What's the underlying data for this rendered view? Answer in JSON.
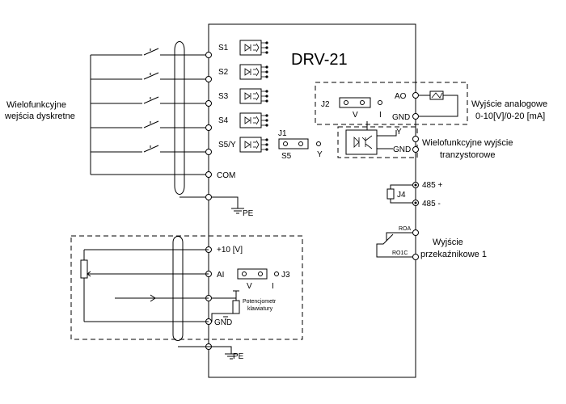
{
  "device_title": "DRV-21",
  "left_group_label_line1": "Wielofunkcyjne",
  "left_group_label_line2": "wejścia dyskretne",
  "digital_inputs": [
    "S1",
    "S2",
    "S3",
    "S4",
    "S5/Y"
  ],
  "com_label": "COM",
  "pe_label": "PE",
  "jumper_j1": {
    "name": "J1",
    "left_label": "S5",
    "right_label": "Y"
  },
  "jumper_j2": {
    "name": "J2",
    "left_label": "V",
    "right_label": "I"
  },
  "jumper_j3": {
    "name": "J3",
    "left_label": "V",
    "right_label": "I"
  },
  "analog_out": {
    "ao_label": "AO",
    "gnd_label": "GND",
    "desc_line1": "Wyjście analogowe",
    "desc_line2": "0-10[V]/0-20 [mA]"
  },
  "transistor_out": {
    "y_label": "Y",
    "gnd_label": "GND",
    "desc_line1": "Wielofunkcyjne wyjście",
    "desc_line2": "tranzystorowe"
  },
  "rs485": {
    "jumper": "J4",
    "plus_label": "485 +",
    "minus_label": "485 -"
  },
  "relay_out": {
    "roa_label": "ROA",
    "roc_label": "RO1C",
    "desc_line1": "Wyjście",
    "desc_line2": "przekaźnikowe 1"
  },
  "analog_in": {
    "ref_label": "+10 [V]",
    "ai_label": "AI",
    "gnd_label": "GND",
    "pot_line1": "Potencjometr",
    "pot_line2": "klawiatury"
  }
}
